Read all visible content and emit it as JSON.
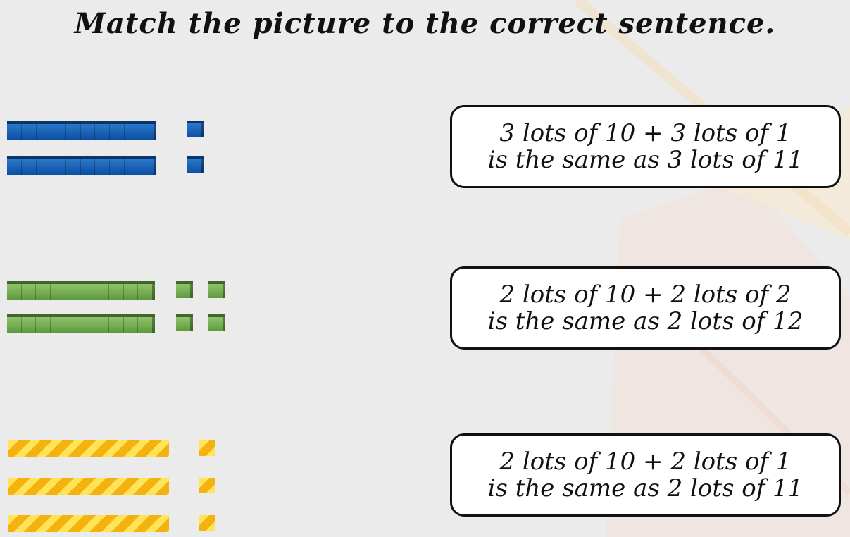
{
  "title": "Match the picture to the correct sentence.",
  "colors": {
    "blue": "#0b4fa2",
    "green": "#6aa848",
    "gold": "#f7c21a"
  },
  "pictures": [
    {
      "color": "blue",
      "tens": 2,
      "ones": 2
    },
    {
      "color": "green",
      "tens": 2,
      "ones": 4
    },
    {
      "color": "gold",
      "tens": 3,
      "ones": 3
    }
  ],
  "sentences": [
    {
      "line1": "3 lots of 10 + 3 lots of 1",
      "line2": "is the same as 3 lots of 11"
    },
    {
      "line1": "2 lots of 10 + 2 lots of 2",
      "line2": "is the same as 2 lots of 12"
    },
    {
      "line1": "2 lots of 10 + 2 lots of 1",
      "line2": "is the same as 2 lots of 11"
    }
  ]
}
